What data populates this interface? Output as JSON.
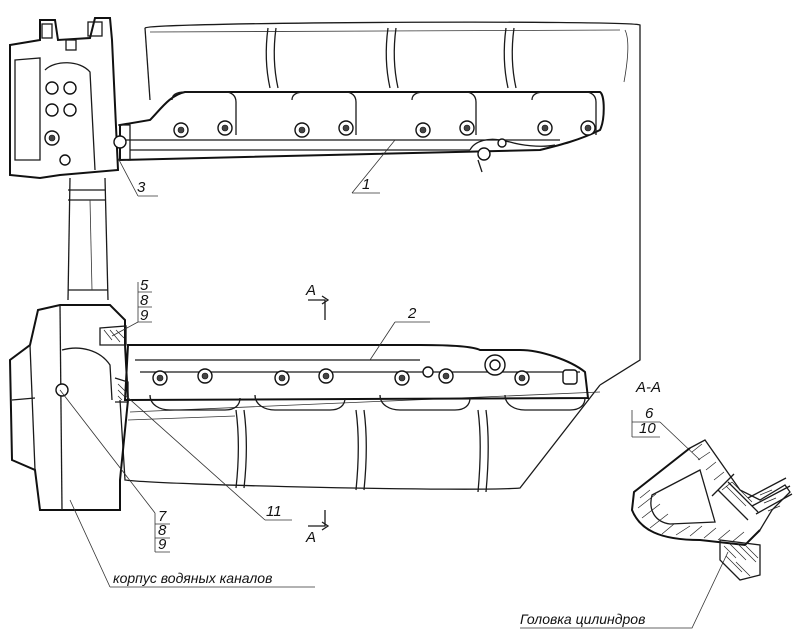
{
  "callouts": {
    "c1": "1",
    "c2": "2",
    "c3": "3",
    "c5": "5",
    "c8a": "8",
    "c9a": "9",
    "c6": "6",
    "c10": "10",
    "c7": "7",
    "c8b": "8",
    "c9b": "9",
    "c11": "11"
  },
  "section": {
    "top_mark": "A",
    "bottom_mark": "A",
    "view_title": "А-А"
  },
  "captions": {
    "water_housing": "корпус водяных каналов",
    "cylinder_head": "Головка цилиндров"
  }
}
